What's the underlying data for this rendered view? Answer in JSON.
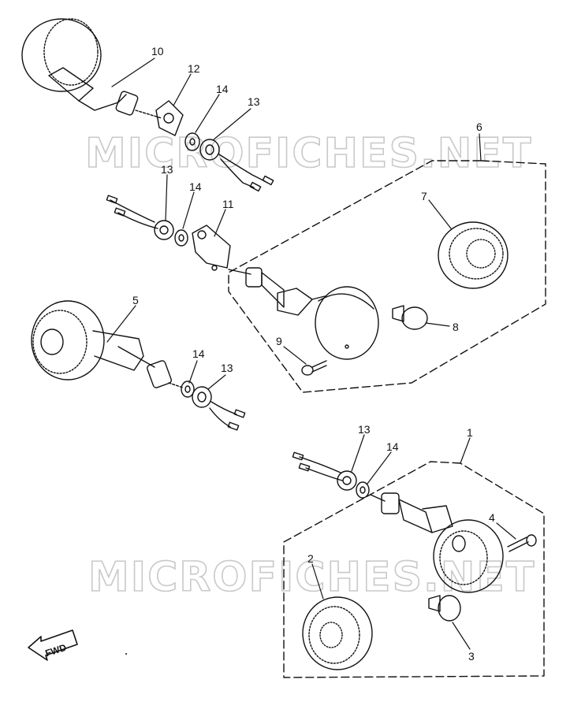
{
  "watermark": {
    "text": "MICROFICHES.NET"
  },
  "fwd_label": "FWD",
  "callouts": {
    "c1": "1",
    "c2": "2",
    "c3": "3",
    "c4": "4",
    "c5": "5",
    "c6": "6",
    "c7": "7",
    "c8": "8",
    "c9": "9",
    "c10": "10",
    "c11": "11",
    "c12": "12",
    "c13a": "13",
    "c13b": "13",
    "c13c": "13",
    "c13d": "13",
    "c14a": "14",
    "c14b": "14",
    "c14c": "14",
    "c14d": "14"
  },
  "colors": {
    "ink": "#111111",
    "watermark": "#c9c9c9",
    "background": "#ffffff"
  }
}
